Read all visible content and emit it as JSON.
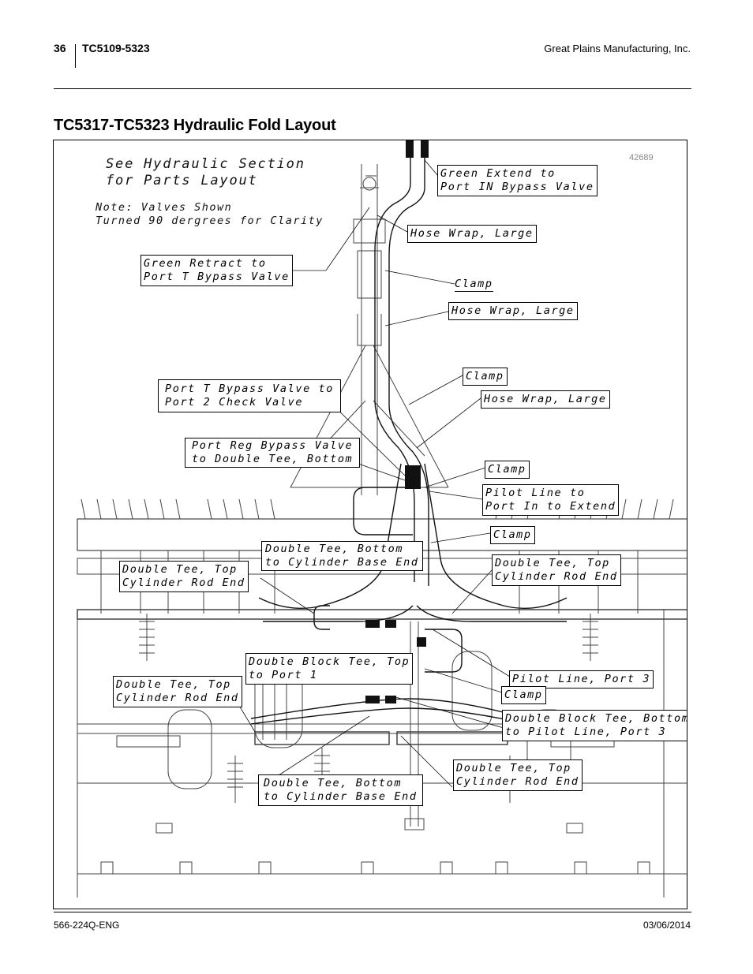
{
  "header": {
    "page_number": "36",
    "model_code": "TC5109-5323",
    "company": "Great Plains Manufacturing, Inc."
  },
  "section_title": "TC5317-TC5323 Hydraulic Fold Layout",
  "figure": {
    "figure_number": "42689",
    "note_parts": "See Hydraulic Section\nfor Parts Layout",
    "note_valves": "Note: Valves Shown\nTurned 90 dergrees for Clarity",
    "callouts": [
      "Green Extend to\nPort IN Bypass Valve",
      "Hose Wrap, Large",
      "Green Retract to\nPort T Bypass Valve",
      "Clamp",
      "Hose Wrap, Large",
      "Clamp",
      "Port T Bypass Valve to\nPort 2 Check Valve",
      "Hose Wrap, Large",
      "Port Reg Bypass Valve\nto Double Tee, Bottom",
      "Clamp",
      "Pilot Line to\nPort In to Extend",
      "Clamp",
      "Double Tee, Bottom\nto Cylinder Base End",
      "Double Tee, Top\nCylinder Rod End",
      "Double Tee, Top\nCylinder Rod End",
      "Double Block Tee, Top\nto Port 1",
      "Pilot Line, Port 3",
      "Double Tee, Top\nCylinder Rod End",
      "Clamp",
      "Double Block Tee, Bottom\nto Pilot Line, Port 3",
      "Double Tee, Top\nCylinder Rod End",
      "Double Tee, Bottom\nto Cylinder Base End"
    ]
  },
  "footer": {
    "doc_number": "566-224Q-ENG",
    "date": "03/06/2014"
  }
}
